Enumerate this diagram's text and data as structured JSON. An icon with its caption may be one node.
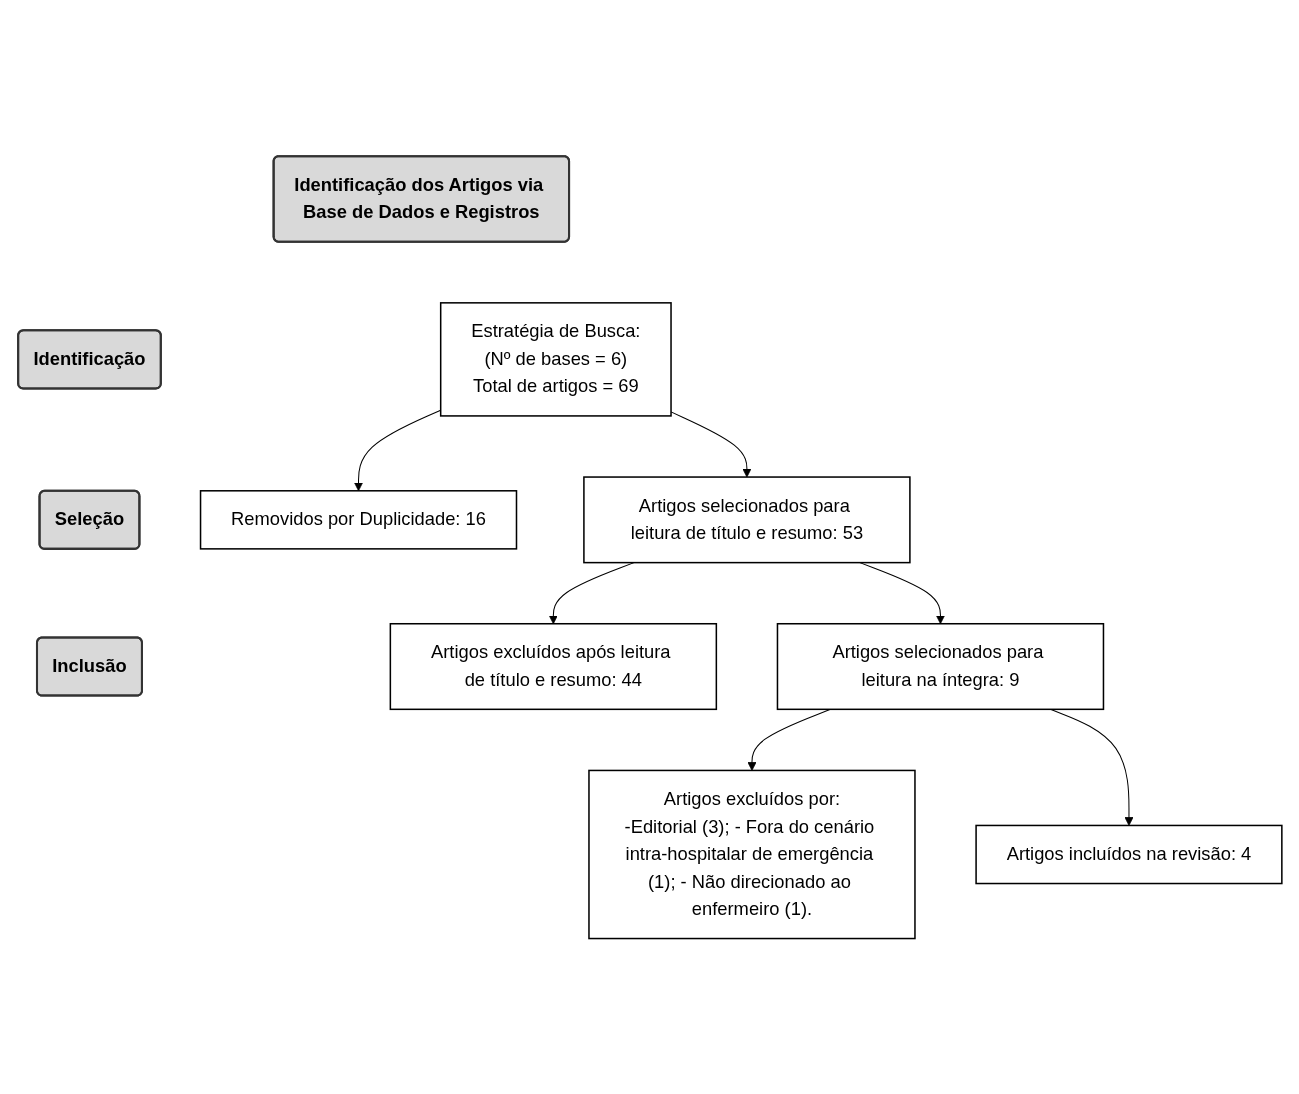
{
  "diagram": {
    "nodes": [
      {
        "text": [
          "Identificação dos Artigos via Base de Dados e Registros"
        ]
      },
      {
        "text": [
          "Identificação"
        ]
      },
      {
        "text": [
          "Seleção"
        ]
      },
      {
        "text": [
          "Inclusão"
        ]
      },
      {
        "text": [
          "Estratégia de Busca:",
          "(Nº de bases = 6)",
          "Total de artigos = 69"
        ]
      },
      {
        "text": [
          "Removidos por Duplicidade: 16"
        ]
      },
      {
        "text": [
          "Artigos selecionados para leitura de título e resumo: 53"
        ]
      },
      {
        "text": [
          "Artigos excluídos após leitura de título e resumo: 44"
        ]
      },
      {
        "text": [
          "Artigos selecionados para leitura na íntegra: 9"
        ]
      },
      {
        "text": [
          "Artigos excluídos por:",
          "-Editorial (3); - Fora do cenário intra-hospitalar de emergência (1); - Não direcionado ao enfermeiro (1)."
        ]
      },
      {
        "text": [
          "Artigos incluídos na revisão: 4"
        ]
      }
    ],
    "edges": [
      {
        "from": 4,
        "to": 5,
        "arrow": "to"
      },
      {
        "from": 4,
        "to": 6,
        "arrow": "to"
      },
      {
        "from": 6,
        "to": 7,
        "arrow": "to"
      },
      {
        "from": 6,
        "to": 8,
        "arrow": "to"
      },
      {
        "from": 8,
        "to": 9,
        "arrow": "to"
      },
      {
        "from": 8,
        "to": 10,
        "arrow": "to"
      }
    ]
  }
}
